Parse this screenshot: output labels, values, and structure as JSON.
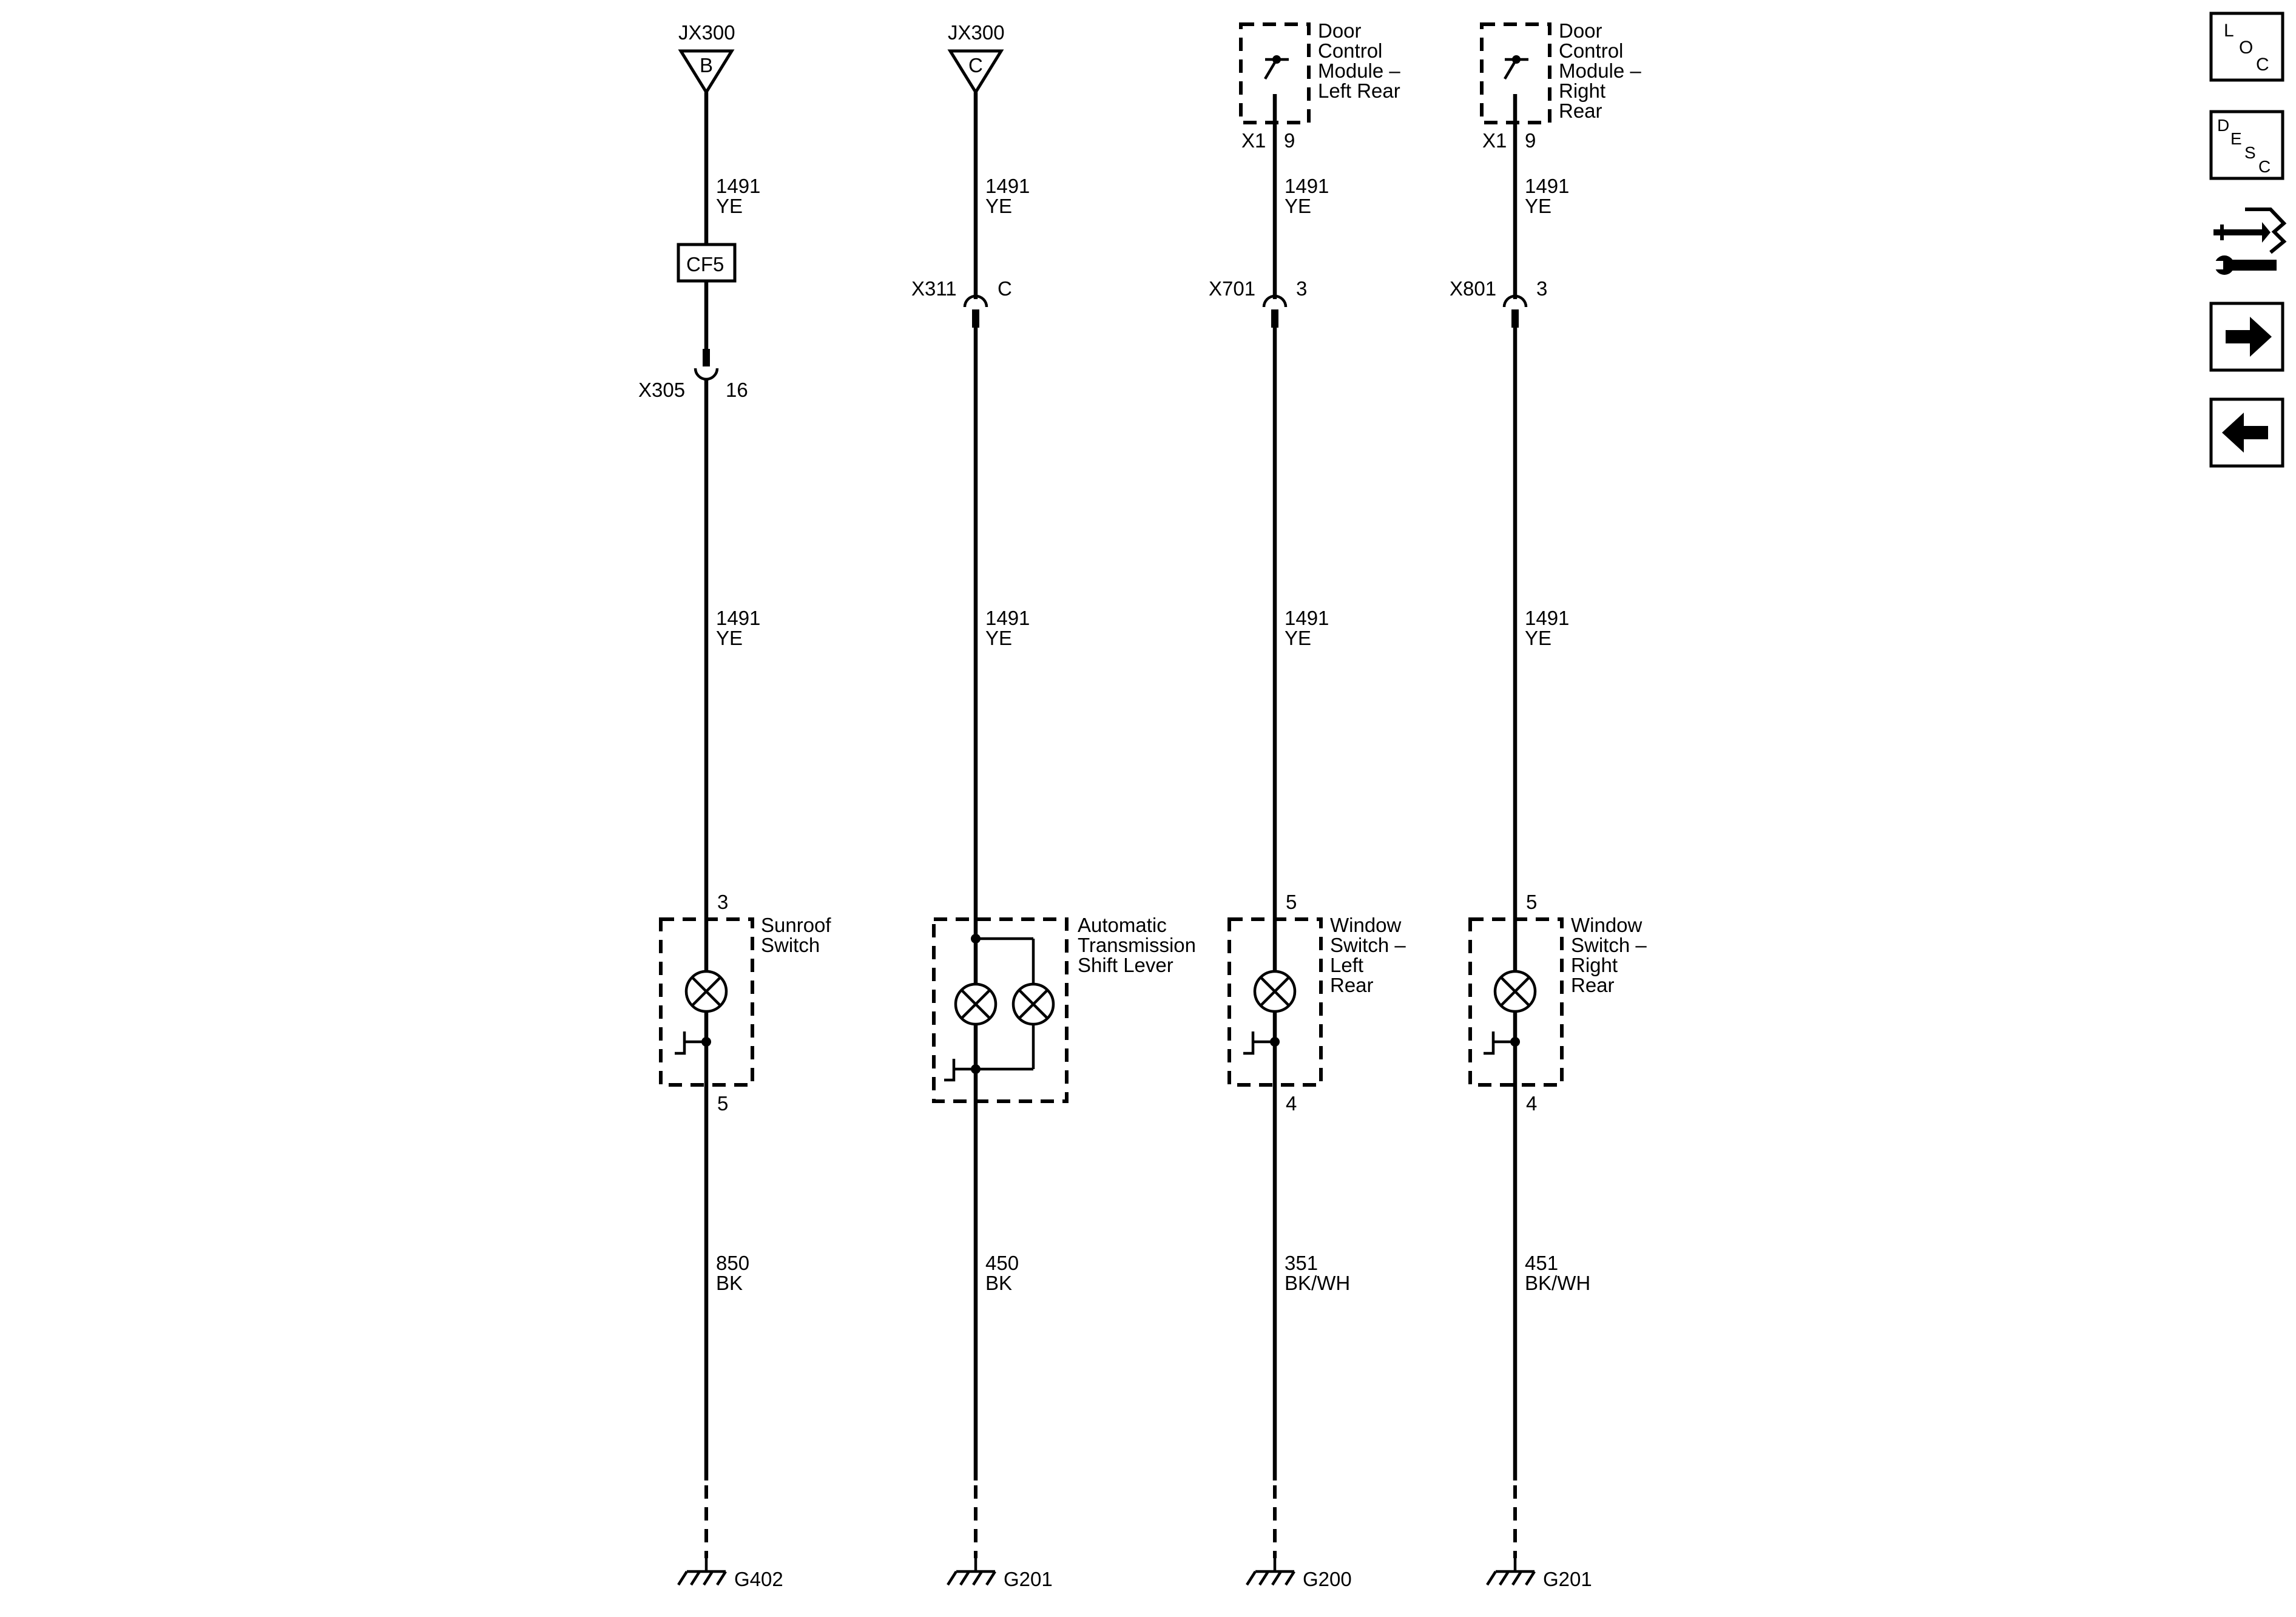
{
  "circuits": [
    {
      "source": {
        "name": "JX300",
        "pin": "B"
      },
      "wire_top": {
        "circuit": "1491",
        "color": "YE"
      },
      "inline_component": "CF5",
      "connector": {
        "name": "X305",
        "pin": "16"
      },
      "wire_mid": {
        "circuit": "1491",
        "color": "YE"
      },
      "component": {
        "lines": [
          "Sunroof",
          "Switch"
        ],
        "pin_top": "3",
        "pin_bottom": "5"
      },
      "wire_bottom": {
        "circuit": "850",
        "color": "BK"
      },
      "ground": "G402"
    },
    {
      "source": {
        "name": "JX300",
        "pin": "C"
      },
      "wire_top": {
        "circuit": "1491",
        "color": "YE"
      },
      "connector": {
        "name": "X311",
        "pin": "C"
      },
      "wire_mid": {
        "circuit": "1491",
        "color": "YE"
      },
      "component": {
        "lines": [
          "Automatic",
          "Transmission",
          "Shift Lever"
        ]
      },
      "wire_bottom": {
        "circuit": "450",
        "color": "BK"
      },
      "ground": "G201"
    },
    {
      "source": {
        "lines": [
          "Door",
          "Control",
          "Module –",
          "Left Rear"
        ],
        "connector": "X1",
        "pin": "9"
      },
      "wire_top": {
        "circuit": "1491",
        "color": "YE"
      },
      "connector": {
        "name": "X701",
        "pin": "3"
      },
      "wire_mid": {
        "circuit": "1491",
        "color": "YE"
      },
      "component": {
        "lines": [
          "Window",
          "Switch –",
          "Left",
          "Rear"
        ],
        "pin_top": "5",
        "pin_bottom": "4"
      },
      "wire_bottom": {
        "circuit": "351",
        "color": "BK/WH"
      },
      "ground": "G200"
    },
    {
      "source": {
        "lines": [
          "Door",
          "Control",
          "Module –",
          "Right",
          "Rear"
        ],
        "connector": "X1",
        "pin": "9"
      },
      "wire_top": {
        "circuit": "1491",
        "color": "YE"
      },
      "connector": {
        "name": "X801",
        "pin": "3"
      },
      "wire_mid": {
        "circuit": "1491",
        "color": "YE"
      },
      "component": {
        "lines": [
          "Window",
          "Switch –",
          "Right",
          "Rear"
        ],
        "pin_top": "5",
        "pin_bottom": "4"
      },
      "wire_bottom": {
        "circuit": "451",
        "color": "BK/WH"
      },
      "ground": "G201"
    }
  ],
  "nav": {
    "loc": [
      "L",
      "O",
      "C"
    ],
    "desc": [
      "D",
      "E",
      "S",
      "C"
    ],
    "icons": [
      "connector-tools-icon",
      "arrow-right-icon",
      "arrow-left-icon"
    ]
  }
}
